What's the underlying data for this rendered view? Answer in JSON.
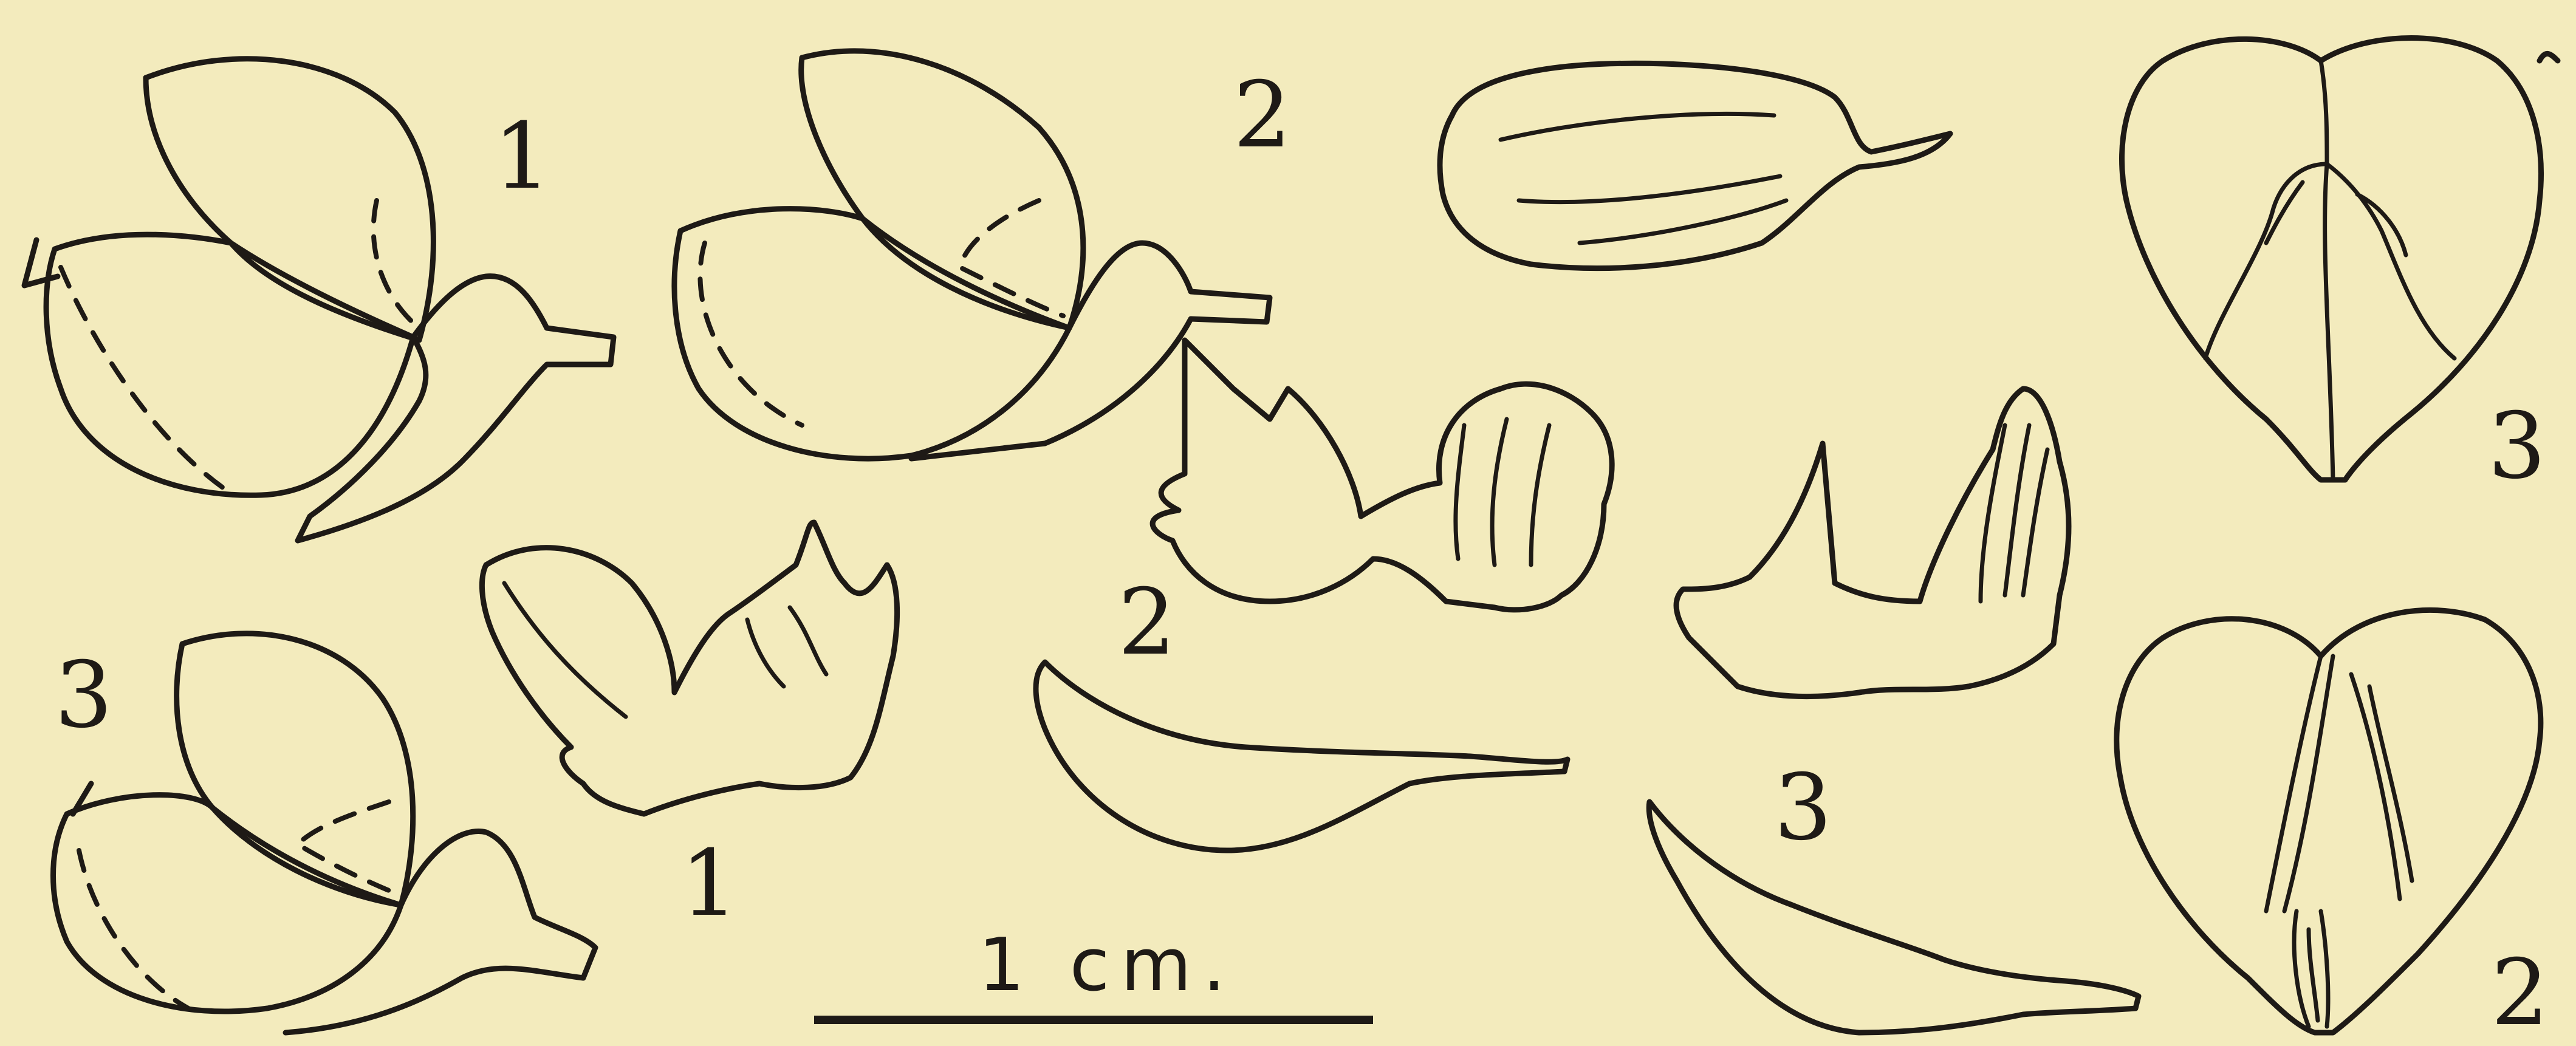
{
  "labels": {
    "flower_1": "1",
    "flower_2": "2",
    "flower_3": "3",
    "calyx_1": "1",
    "calyx_2": "2",
    "keel_3": "3",
    "standard_3": "3",
    "standard_2": "2"
  },
  "scale": {
    "text": "1 cm."
  },
  "colors": {
    "paper": "#f3ebbd",
    "ink": "#1e1a16"
  }
}
